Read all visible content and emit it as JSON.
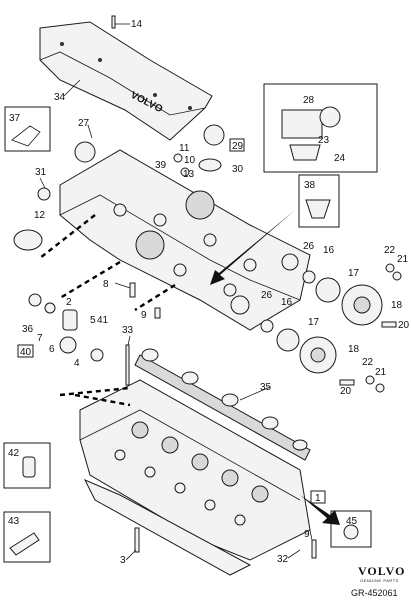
{
  "diagram": {
    "callouts": {
      "c1": "1",
      "c2": "2",
      "c3": "3",
      "c4": "4",
      "c5": "5",
      "c6": "6",
      "c7": "7",
      "c8": "8",
      "c9": "9",
      "c10": "10",
      "c11": "11",
      "c12": "12",
      "c13": "13",
      "c14": "14",
      "c16a": "16",
      "c16b": "16",
      "c17a": "17",
      "c17b": "17",
      "c18a": "18",
      "c18b": "18",
      "c20a": "20",
      "c20b": "20",
      "c21a": "21",
      "c21b": "21",
      "c22a": "22",
      "c22b": "22",
      "c23": "23",
      "c24": "24",
      "c26a": "26",
      "c26b": "26",
      "c27": "27",
      "c28": "28",
      "c29": "29",
      "c30": "30",
      "c31": "31",
      "c32": "32",
      "c33": "33",
      "c34": "34",
      "c35": "35",
      "c36": "36",
      "c37": "37",
      "c38": "38",
      "c39": "39",
      "c40": "40",
      "c41": "41",
      "c42": "42",
      "c43": "43",
      "c45": "45"
    },
    "cover_lettering": "VOLVO",
    "brand": "VOLVO",
    "brand_sub": "GENUINE PARTS",
    "figure_code": "GR-452061"
  }
}
